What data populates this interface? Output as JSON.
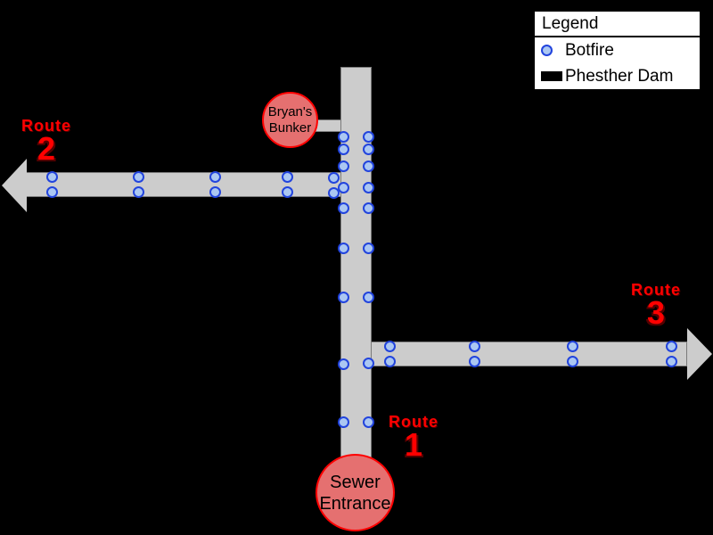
{
  "colors": {
    "background": "#000000",
    "road_fill": "#cccccc",
    "road_border": "#7a7a7a",
    "botfire_fill": "#abc7f2",
    "botfire_border": "#2244dd",
    "site_fill": "#e57070",
    "site_border": "#ff0000",
    "route_color": "#ff0000",
    "legend_bg": "#ffffff",
    "legend_border": "#000000"
  },
  "legend": {
    "title": "Legend",
    "items": [
      {
        "marker": "botfire-dot",
        "label": "Botfire"
      },
      {
        "marker": "dam-bar",
        "label": "Phesther Dam"
      }
    ]
  },
  "landmarks": {
    "bunker": {
      "name": "Bryan's Bunker",
      "line1": "Bryan's",
      "line2": "Bunker"
    },
    "sewer": {
      "name": "Sewer Entrance",
      "line1": "Sewer",
      "line2": "Entrance"
    }
  },
  "routes": {
    "r1": {
      "word": "Route",
      "number": "1"
    },
    "r2": {
      "word": "Route",
      "number": "2"
    },
    "r3": {
      "word": "Route",
      "number": "3"
    }
  },
  "map_data": {
    "botfires": [
      [
        58,
        198
      ],
      [
        58,
        215
      ],
      [
        155,
        198
      ],
      [
        155,
        215
      ],
      [
        241,
        198
      ],
      [
        241,
        215
      ],
      [
        322,
        198
      ],
      [
        322,
        215
      ],
      [
        374,
        199
      ],
      [
        374,
        216
      ],
      [
        385,
        153
      ],
      [
        413,
        153
      ],
      [
        385,
        167
      ],
      [
        413,
        167
      ],
      [
        385,
        186
      ],
      [
        413,
        186
      ],
      [
        385,
        210
      ],
      [
        413,
        210
      ],
      [
        385,
        233
      ],
      [
        413,
        233
      ],
      [
        385,
        278
      ],
      [
        413,
        278
      ],
      [
        385,
        333
      ],
      [
        413,
        333
      ],
      [
        385,
        408
      ],
      [
        413,
        407
      ],
      [
        385,
        473
      ],
      [
        413,
        473
      ],
      [
        437,
        388
      ],
      [
        437,
        405
      ],
      [
        532,
        388
      ],
      [
        532,
        405
      ],
      [
        642,
        388
      ],
      [
        642,
        405
      ],
      [
        753,
        388
      ],
      [
        753,
        405
      ]
    ]
  }
}
